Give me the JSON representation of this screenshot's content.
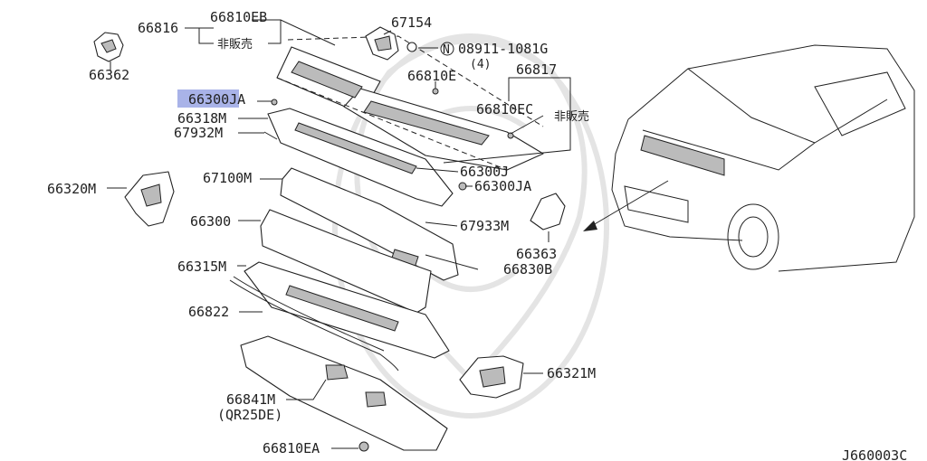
{
  "labels": {
    "p66816": "66816",
    "p66810EB": "66810EB",
    "not_for_sale_1": "非販売",
    "p67154": "67154",
    "p08911": "08911-1081G",
    "qty4": "(4)",
    "circle_n": "N",
    "p66362": "66362",
    "p66810E": "66810E",
    "p66817": "66817",
    "p66810EC": "66810EC",
    "not_for_sale_2": "非販売",
    "p66300JA_top": "66300JA",
    "p66318M": "66318M",
    "p67932M": "67932M",
    "p66320M": "66320M",
    "p67100M": "67100M",
    "p66300J": "66300J",
    "p66300JA_mid": "66300JA",
    "p67933M": "67933M",
    "p66300": "66300",
    "p66363": "66363",
    "p66830B": "66830B",
    "p66315M": "66315M",
    "p66822": "66822",
    "p66321M": "66321M",
    "p66841M": "66841M",
    "qr25de": "(QR25DE)",
    "p66810EA": "66810EA",
    "diagram_code": "J660003C"
  },
  "colors": {
    "highlight": "#a9b3e8",
    "line": "#222222",
    "watermark": "#e4e4e4"
  }
}
